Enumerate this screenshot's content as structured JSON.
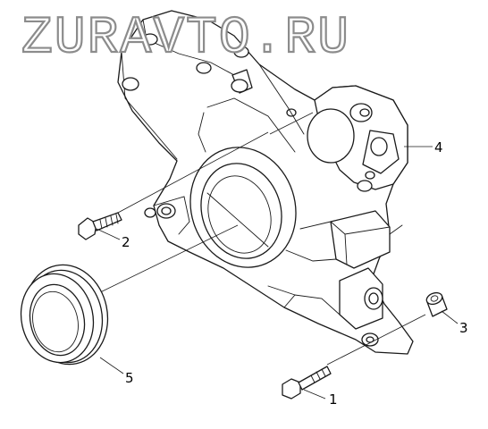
{
  "watermark": "ZURAVTO.RU",
  "callouts": [
    {
      "id": "1",
      "label": "1"
    },
    {
      "id": "2",
      "label": "2"
    },
    {
      "id": "3",
      "label": "3"
    },
    {
      "id": "4",
      "label": "4"
    },
    {
      "id": "5",
      "label": "5"
    }
  ],
  "colors": {
    "line": "#1a1a1a",
    "watermark_stroke": "#8c8c8c",
    "background": "#ffffff"
  }
}
